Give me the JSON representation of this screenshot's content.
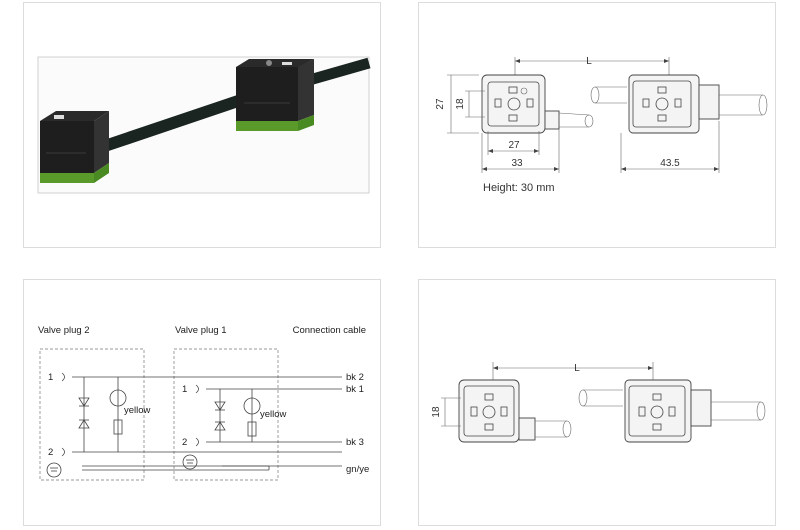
{
  "dimensions_top": {
    "length_label": "L",
    "height_outer": "27",
    "height_inner": "18",
    "width_inner": "27",
    "width_outer": "33",
    "right_length": "43.5",
    "height_note": "Height: 30 mm"
  },
  "wiring": {
    "valve_plug_2": "Valve plug 2",
    "valve_plug_1": "Valve plug 1",
    "connection_cable": "Connection cable",
    "pin1_a": "1",
    "pin2_a": "2",
    "pin1_b": "1",
    "pin2_b": "2",
    "led_label_a": "yellow",
    "led_label_b": "yellow",
    "wire_bk2": "bk 2",
    "wire_bk1": "bk 1",
    "wire_bk3": "bk 3",
    "wire_gnye": "gn/ye"
  },
  "dimensions_bottom": {
    "length_label": "L",
    "height_inner": "18"
  }
}
